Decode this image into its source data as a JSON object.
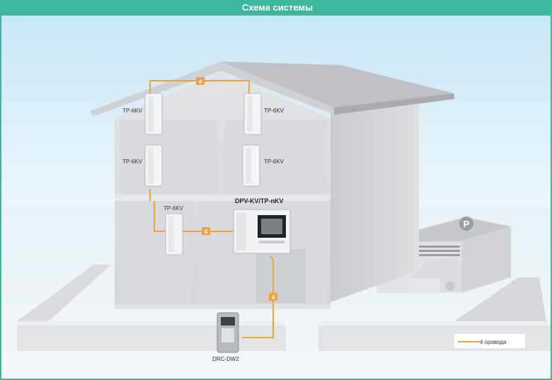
{
  "title": "Схема системы",
  "devices": {
    "tp_label": "TP-6KV",
    "monitor_label": "DPV-KV/TP-nKV",
    "doorcam_label": "DRC-DW2"
  },
  "wire_count": "4",
  "parking_symbol": "P",
  "legend": {
    "label": "4 провода"
  },
  "colors": {
    "accent": "#3bb89c",
    "wire": "#f5a03a",
    "sky": "#d5ecf7"
  }
}
